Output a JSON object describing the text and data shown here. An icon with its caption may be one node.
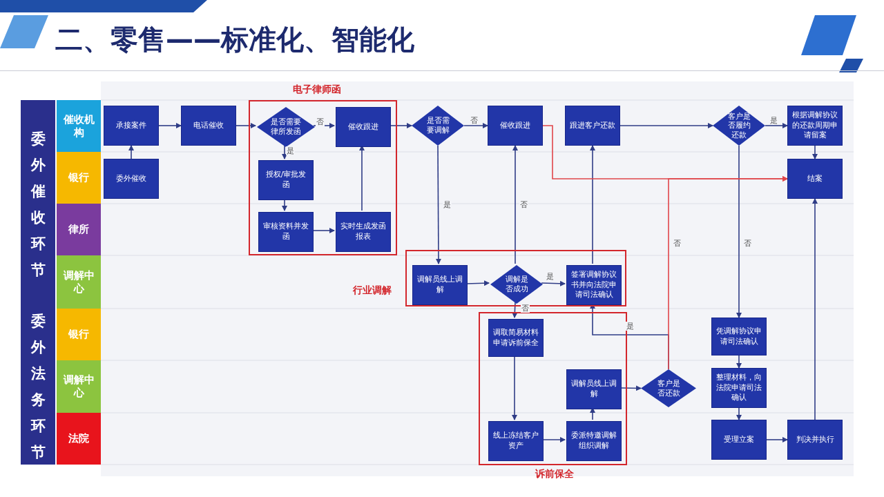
{
  "diagram": {
    "title": "二、零售——标准化、智能化",
    "nodes": [
      {
        "text": [
          "委外催收环节"
        ]
      },
      {
        "text": [
          "催收机构"
        ]
      },
      {
        "text": [
          "银行"
        ]
      },
      {
        "text": [
          "律所"
        ]
      },
      {
        "text": [
          "调解中心"
        ]
      },
      {
        "text": [
          "委外法务环节"
        ]
      },
      {
        "text": [
          "银行"
        ]
      },
      {
        "text": [
          "调解中心"
        ]
      },
      {
        "text": [
          "法院"
        ]
      },
      {
        "text": [
          "承接案件"
        ]
      },
      {
        "text": [
          "电话催收"
        ]
      },
      {
        "text": [
          "电子律师函"
        ]
      },
      {
        "text": [
          "是否需要律所发函"
        ],
        "in": 11
      },
      {
        "text": [
          "催收跟进"
        ],
        "in": 11
      },
      {
        "text": [
          "授权/审批发函"
        ],
        "in": 11
      },
      {
        "text": [
          "审核资料并发函"
        ],
        "in": 11
      },
      {
        "text": [
          "实时生成发函报表"
        ],
        "in": 11
      },
      {
        "text": [
          "委外催收"
        ]
      },
      {
        "text": [
          "是否需要调解"
        ]
      },
      {
        "text": [
          "催收跟进"
        ]
      },
      {
        "text": [
          "跟进客户还款"
        ]
      },
      {
        "text": [
          "客户是否履约还款"
        ]
      },
      {
        "text": [
          "根据调解协议的还款周期申请留案"
        ]
      },
      {
        "text": [
          "结案"
        ]
      },
      {
        "text": [
          "行业调解"
        ]
      },
      {
        "text": [
          "调解员线上调解"
        ],
        "in": 24
      },
      {
        "text": [
          "调解是否成功"
        ],
        "in": 24
      },
      {
        "text": [
          "签署调解协议书并向法院申请司法确认"
        ],
        "in": 24
      },
      {
        "text": [
          "诉前保全"
        ]
      },
      {
        "text": [
          "调取简易材料申请诉前保全"
        ],
        "in": 28
      },
      {
        "text": [
          "调解员线上调解"
        ],
        "in": 28
      },
      {
        "text": [
          "线上冻结客户资产"
        ],
        "in": 28
      },
      {
        "text": [
          "委派特邀调解组织调解"
        ],
        "in": 28
      },
      {
        "text": [
          "客户是否还款"
        ]
      },
      {
        "text": [
          "凭调解协议申请司法确认"
        ]
      },
      {
        "text": [
          "整理材料，向法院申请司法确认"
        ]
      },
      {
        "text": [
          "受理立案"
        ]
      },
      {
        "text": [
          "判决并执行"
        ]
      }
    ],
    "edges": [
      {
        "from": 17,
        "to": 9,
        "arrow": "to"
      },
      {
        "from": 9,
        "to": 10,
        "arrow": "to"
      },
      {
        "from": 10,
        "to": 12,
        "arrow": "to"
      },
      {
        "from": 12,
        "to": 13,
        "arrow": "to",
        "label": "否"
      },
      {
        "from": 12,
        "to": 14,
        "arrow": "to",
        "label": "是"
      },
      {
        "from": 14,
        "to": 15,
        "arrow": "to"
      },
      {
        "from": 15,
        "to": 16,
        "arrow": "to"
      },
      {
        "from": 16,
        "to": 13,
        "arrow": "to"
      },
      {
        "from": 13,
        "to": 18,
        "arrow": "to"
      },
      {
        "from": 18,
        "to": 19,
        "arrow": "to",
        "label": "否"
      },
      {
        "from": 18,
        "to": 25,
        "arrow": "to",
        "label": "是"
      },
      {
        "from": 25,
        "to": 26,
        "arrow": "to"
      },
      {
        "from": 26,
        "to": 27,
        "arrow": "to",
        "label": "是"
      },
      {
        "from": 26,
        "to": 29,
        "arrow": "to",
        "label": "否"
      },
      {
        "from": 26,
        "to": 19,
        "arrow": "to",
        "label": "否"
      },
      {
        "from": 27,
        "to": 20,
        "arrow": "to"
      },
      {
        "from": 19,
        "to": 23,
        "arrow": "to",
        "color": "#e0454a"
      },
      {
        "from": 33,
        "to": 23,
        "arrow": "to",
        "label": "否",
        "color": "#e0454a"
      },
      {
        "from": 20,
        "to": 21,
        "arrow": "to"
      },
      {
        "from": 21,
        "to": 22,
        "arrow": "to",
        "label": "是"
      },
      {
        "from": 22,
        "to": 23,
        "arrow": "to"
      },
      {
        "from": 21,
        "to": 34,
        "arrow": "to",
        "label": "否"
      },
      {
        "from": 33,
        "to": 27,
        "arrow": "to",
        "label": "是"
      },
      {
        "from": 29,
        "to": 31,
        "arrow": "to"
      },
      {
        "from": 31,
        "to": 32,
        "arrow": "to"
      },
      {
        "from": 32,
        "to": 30,
        "arrow": "to"
      },
      {
        "from": 30,
        "to": 33,
        "arrow": "to"
      },
      {
        "from": 34,
        "to": 35,
        "arrow": "to"
      },
      {
        "from": 35,
        "to": 36,
        "arrow": "to"
      },
      {
        "from": 36,
        "to": 37,
        "arrow": "to"
      },
      {
        "from": 37,
        "to": 23,
        "arrow": "to"
      }
    ]
  }
}
